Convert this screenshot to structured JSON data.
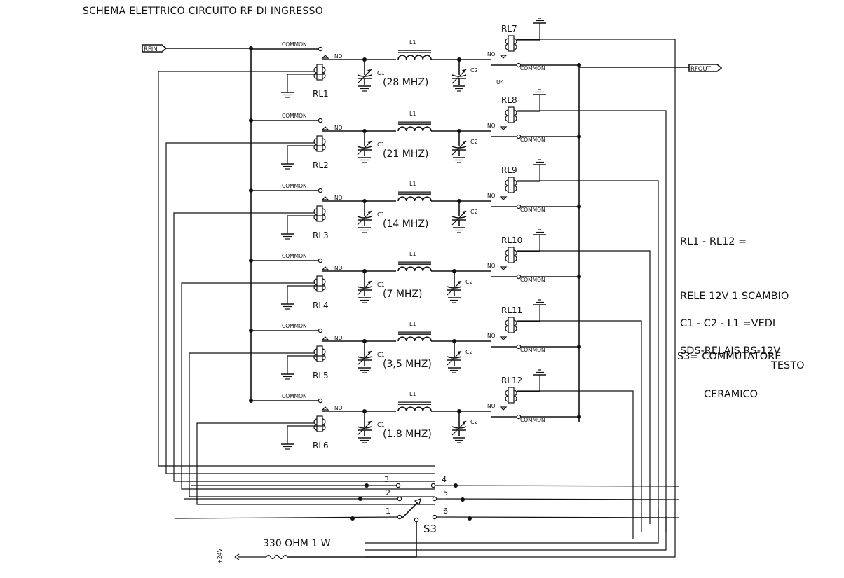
{
  "title": "SCHEMA ELETTRICO CIRCUITO RF DI INGRESSO",
  "ports": {
    "input": "RFIN",
    "output": "RFOUT"
  },
  "labels": {
    "common": "COMMON",
    "no": "NO",
    "c1": "C1",
    "c2": "C2",
    "l1": "L1",
    "u4": "U4"
  },
  "filters": [
    {
      "band": "(28 MHZ)",
      "input_relay": "RL1",
      "output_relay": "RL7"
    },
    {
      "band": "(21 MHZ)",
      "input_relay": "RL2",
      "output_relay": "RL8"
    },
    {
      "band": "(14 MHZ)",
      "input_relay": "RL3",
      "output_relay": "RL9"
    },
    {
      "band": "(7 MHZ)",
      "input_relay": "RL4",
      "output_relay": "RL10"
    },
    {
      "band": "(3,5 MHZ)",
      "input_relay": "RL5",
      "output_relay": "RL11"
    },
    {
      "band": "(1.8 MHZ)",
      "input_relay": "RL6",
      "output_relay": "RL12"
    }
  ],
  "switch": {
    "name": "S3",
    "positions": [
      "1",
      "2",
      "3",
      "4",
      "5",
      "6"
    ]
  },
  "supply": {
    "resistor": "330 OHM 1 W",
    "voltage": "+24V"
  },
  "notes": {
    "relays_line1": "RL1 - RL12 =",
    "relays_line2": "RELE 12V 1 SCAMBIO",
    "relays_line3": "SDS-RELAIS RS-12V",
    "components_line1": "C1 - C2 - L1 =VEDI",
    "components_line2": "TESTO",
    "switch_line1": "S3= COMMUTATORE",
    "switch_line2": "CERAMICO"
  }
}
